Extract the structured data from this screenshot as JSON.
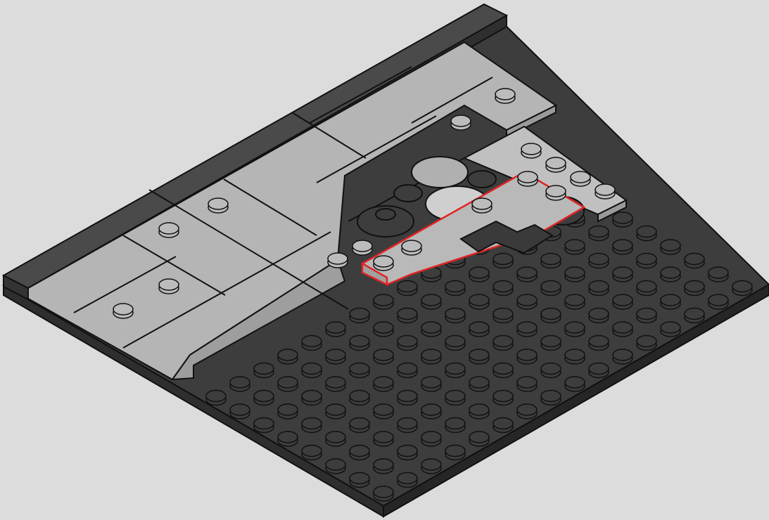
{
  "instruction_step": {
    "description_colors": {
      "background": "#dcdcdc",
      "baseplate": "#3c3c3c",
      "tile": "#b4b4b4",
      "dark_wall": "#474747",
      "highlight": "#e02424"
    },
    "parts": [
      "baseplate",
      "dark-wall-tile",
      "light-gray-tile",
      "round-plate",
      "new-part-plate",
      "new-part-dark-tile"
    ]
  }
}
